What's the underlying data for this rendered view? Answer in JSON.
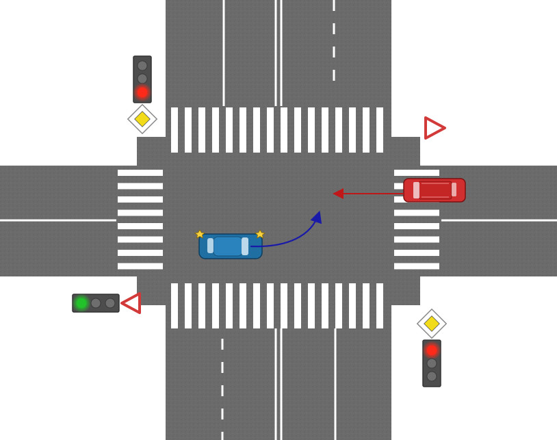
{
  "scene": {
    "type": "road-intersection",
    "colors": {
      "background": "#ffffff",
      "asphalt": "#6b6b6b",
      "marking": "#ffffff",
      "car_blue": "#1f6fa3",
      "car_red": "#d12f2f",
      "arrow_blue": "#1a1aa8",
      "arrow_red": "#c01818",
      "signal_housing": "#4d4d4d",
      "light_red": "#ff2a1a",
      "light_green": "#22c22a",
      "light_off": "#6e6e6e",
      "priority_sign": "#f2dc1a",
      "yield_border": "#d23a3a"
    }
  },
  "traffic_lights": [
    {
      "id": "north-west",
      "orientation": "vertical",
      "active": "red"
    },
    {
      "id": "west",
      "orientation": "horizontal",
      "active": "green"
    },
    {
      "id": "south-east",
      "orientation": "vertical",
      "active": "red"
    }
  ],
  "signs": [
    {
      "id": "nw",
      "kind": "priority-road",
      "icon": "diamond-yellow"
    },
    {
      "id": "ne",
      "kind": "yield",
      "icon": "triangle-red-right"
    },
    {
      "id": "w",
      "kind": "yield",
      "icon": "triangle-red-left"
    },
    {
      "id": "se",
      "kind": "priority-road",
      "icon": "diamond-yellow"
    }
  ],
  "vehicles": [
    {
      "id": "blue-car",
      "color": "blue",
      "heading": "east",
      "indicators": "hazard",
      "maneuver": "left-turn"
    },
    {
      "id": "red-car",
      "color": "red",
      "heading": "west",
      "maneuver": "straight"
    }
  ]
}
